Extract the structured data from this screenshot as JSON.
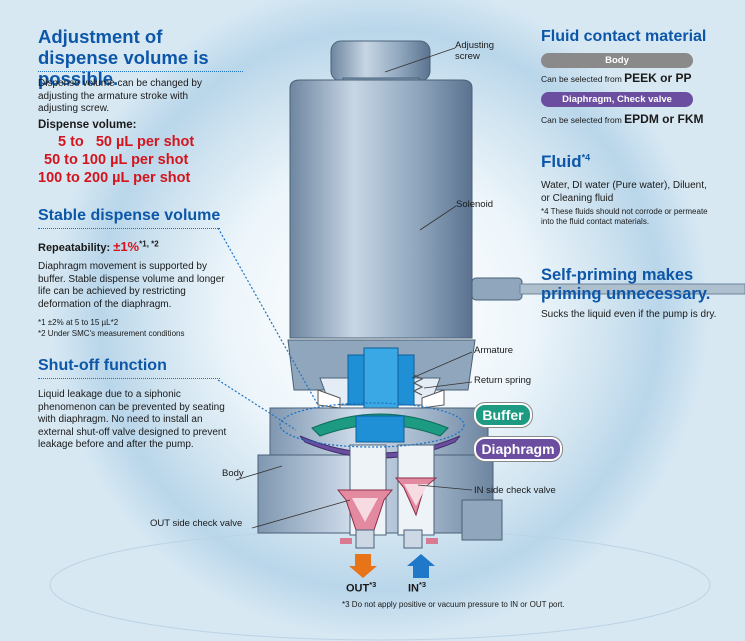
{
  "left": {
    "adjust": {
      "title": "Adjustment of dispense volume is possible.",
      "body": "Dispense volume can be changed by adjusting the armature stroke with adjusting screw.",
      "volume_label": "Dispense volume:",
      "volumes": [
        "5 to   50 µL per shot",
        "50 to 100 µL per shot",
        "100 to 200 µL per shot"
      ]
    },
    "stable": {
      "title": "Stable dispense volume",
      "repeat_label": "Repeatability: ",
      "repeat_value": "±1%",
      "repeat_note": "*1, *2",
      "body": "Diaphragm movement is supported by buffer. Stable dispense volume and longer life can be achieved by restricting deformation of the diaphragm.",
      "note1": "*1  ±2% at 5 to 15 µL*2",
      "note2": "*2  Under SMC's measurement conditions"
    },
    "shutoff": {
      "title": "Shut-off function",
      "body": "Liquid leakage due to a siphonic phenomenon can be prevented by seating with diaphragm. No need to install an external shut-off valve designed to prevent leakage before and after the pump."
    }
  },
  "right": {
    "fluid_contact": {
      "title": "Fluid contact material",
      "pill1": "Body",
      "line1_prefix": "Can be selected from ",
      "line1_bold": "PEEK or PP",
      "pill2": "Diaphragm, Check valve",
      "line2_prefix": "Can be selected from ",
      "line2_bold": "EPDM or FKM"
    },
    "fluid": {
      "title": "Fluid",
      "sup": "*4",
      "body": "Water, DI water (Pure water), Diluent, or Cleaning fluid",
      "note": "*4  These fluids should not corrode or permeate into the fluid contact materials."
    },
    "selfpriming": {
      "title": "Self-priming makes priming unnecessary.",
      "body": "Sucks the liquid even if the pump is dry."
    }
  },
  "diagram": {
    "labels": {
      "adjusting_screw": "Adjusting screw",
      "solenoid": "Solenoid",
      "armature": "Armature",
      "return_spring": "Return spring",
      "body": "Body",
      "in_valve": "IN side check valve",
      "out_valve": "OUT side check valve"
    },
    "buffer_tag": "Buffer",
    "diaphragm_tag": "Diaphragm",
    "out_label": "OUT",
    "in_label": "IN",
    "port_sup": "*3",
    "footnote": "*3  Do not apply positive or vacuum pressure to IN or OUT port."
  },
  "colors": {
    "heading": "#0d57a8",
    "red": "#d4141c",
    "buffer": "#1c9a82",
    "diaphragm": "#6b4ea0",
    "pill_gray": "#8a8a8a",
    "out_arrow": "#e8741a",
    "in_arrow": "#1f78c8"
  }
}
